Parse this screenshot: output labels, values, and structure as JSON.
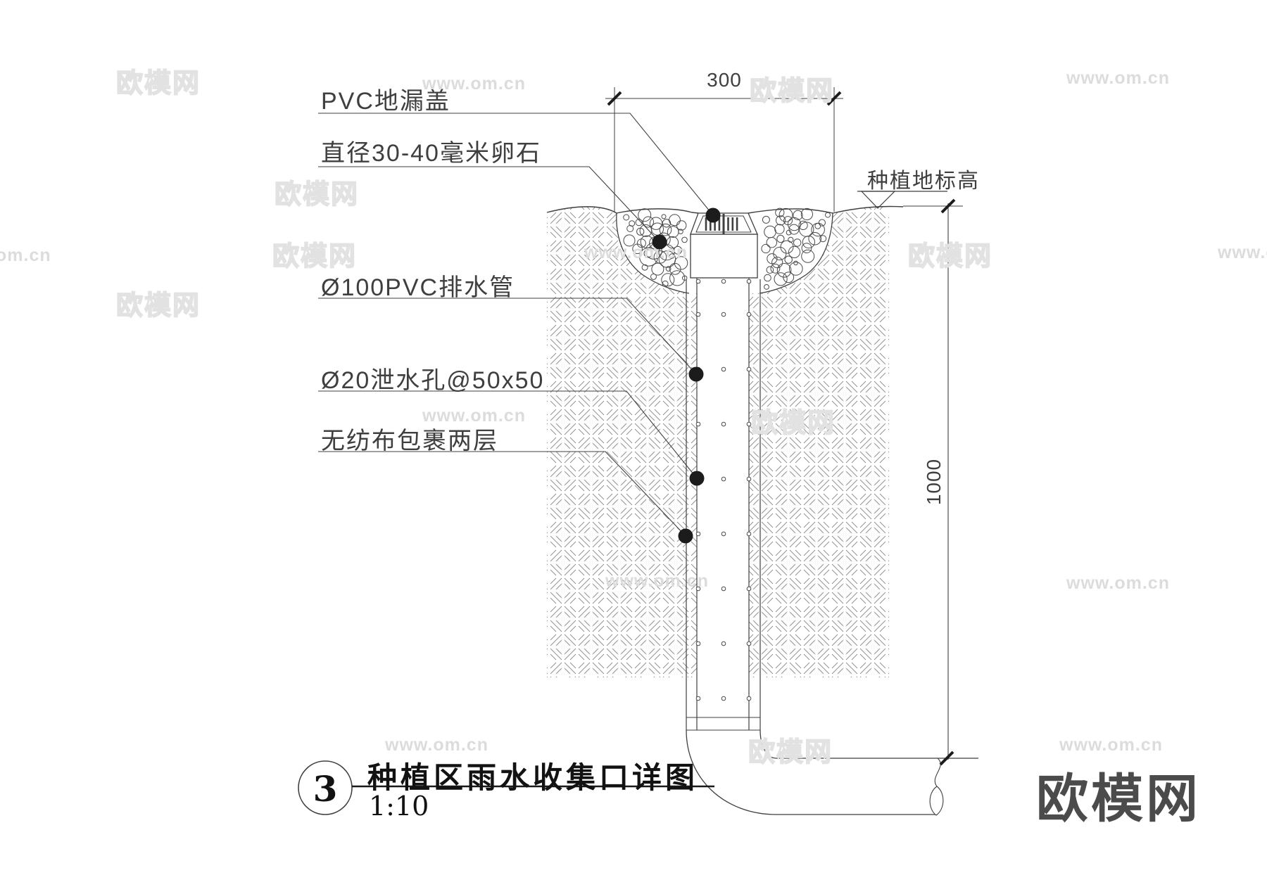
{
  "drawing": {
    "callouts": {
      "drain_cover": "PVC地漏盖",
      "pebbles": "直径30-40毫米卵石",
      "drain_pipe": "Ø100PVC排水管",
      "weep_holes": "Ø20泄水孔@50x50",
      "geotextile": "无纺布包裹两层",
      "planting_level": "种植地标高"
    },
    "dimensions": {
      "top_width": "300",
      "pipe_depth": "1000"
    },
    "title_block": {
      "detail_number": "3",
      "title": "种植区雨水收集口详图",
      "scale": "1:10"
    }
  },
  "watermarks": {
    "brand": "欧模网",
    "site": "www.om.cn",
    "site_short": "om.cn"
  },
  "logo": {
    "text": "欧模网"
  },
  "colors": {
    "background": "#ffffff",
    "line": "#3f3f3f",
    "hatch": "#8f8f8f",
    "pebble": "#4a4a4a",
    "dot": "#1c1c1c",
    "watermark": "#e2e2e2",
    "logo": "#4b4b4b"
  }
}
